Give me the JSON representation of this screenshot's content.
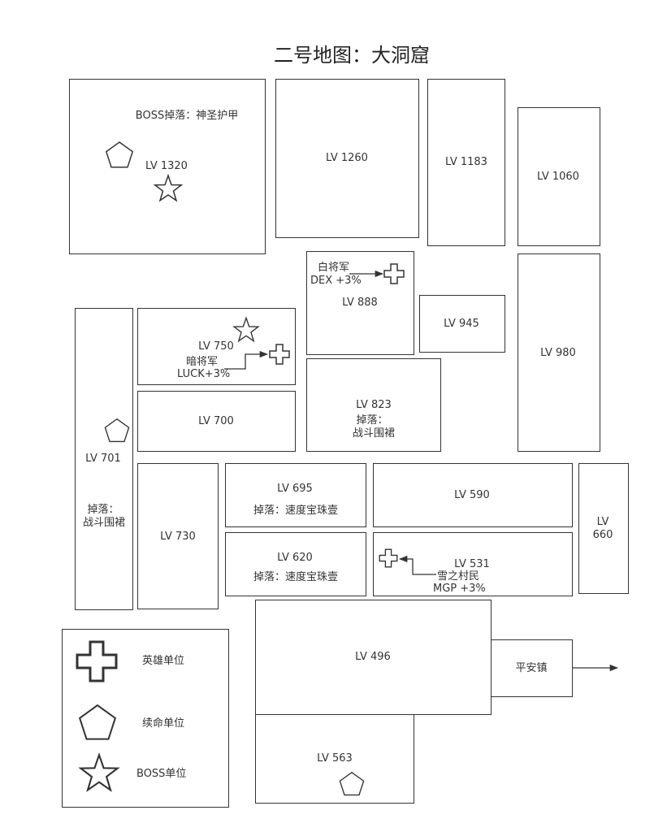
{
  "title": "二号地图：大洞窟",
  "rooms": {
    "r1320": {
      "level": "LV 1320",
      "drop": "BOSS掉落：神圣护甲"
    },
    "r1260": {
      "level": "LV 1260"
    },
    "r1183": {
      "level": "LV 1183"
    },
    "r1060": {
      "level": "LV 1060"
    },
    "r888": {
      "level": "LV 888",
      "hero_name": "白将军",
      "hero_bonus": "DEX +3%"
    },
    "r945": {
      "level": "LV 945"
    },
    "r980": {
      "level": "LV 980"
    },
    "r750": {
      "level": "LV 750",
      "hero_name": "暗将军",
      "hero_bonus": "LUCK+3%"
    },
    "r700": {
      "level": "LV 700"
    },
    "r823": {
      "level": "LV 823",
      "drop_label": "掉落：",
      "drop_item": "战斗围裙"
    },
    "r701": {
      "level": "LV 701",
      "drop_label": "掉落：",
      "drop_item": "战斗围裙"
    },
    "r730": {
      "level": "LV 730"
    },
    "r695": {
      "level": "LV 695",
      "drop": "掉落：速度宝珠壹"
    },
    "r590": {
      "level": "LV 590"
    },
    "r660": {
      "level_a": "LV",
      "level_b": "660"
    },
    "r620": {
      "level": "LV 620",
      "drop": "掉落：速度宝珠壹"
    },
    "r531": {
      "level": "LV 531",
      "hero_name": "雪之村民",
      "hero_bonus": "MGP +3%"
    },
    "r496": {
      "level": "LV 496"
    },
    "town": {
      "name": "平安镇"
    },
    "r563": {
      "level": "LV 563"
    }
  },
  "legend": {
    "hero": "英雄单位",
    "revive": "续命单位",
    "boss": "BOSS单位"
  }
}
